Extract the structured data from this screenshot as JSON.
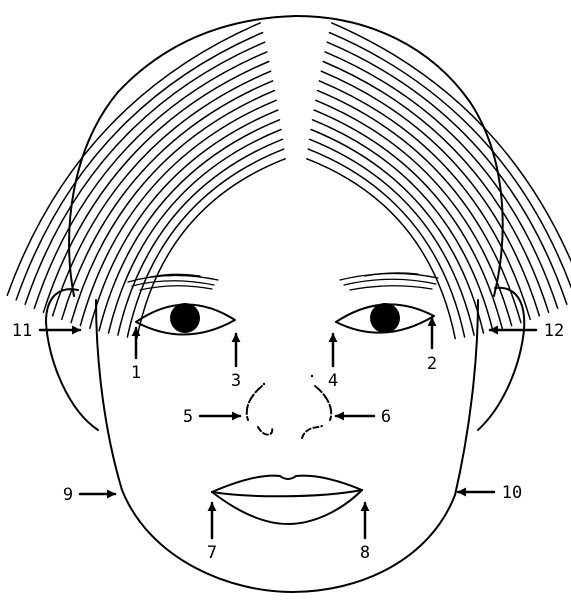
{
  "diagram": {
    "subject": "face-front-view",
    "ink_color": "#000000",
    "background": "#ffffff",
    "callouts": [
      {
        "label": "1",
        "pointer": "up"
      },
      {
        "label": "2",
        "pointer": "up"
      },
      {
        "label": "3",
        "pointer": "up"
      },
      {
        "label": "4",
        "pointer": "up"
      },
      {
        "label": "5",
        "pointer": "right"
      },
      {
        "label": "6",
        "pointer": "left"
      },
      {
        "label": "7",
        "pointer": "up"
      },
      {
        "label": "8",
        "pointer": "up"
      },
      {
        "label": "9",
        "pointer": "right"
      },
      {
        "label": "10",
        "pointer": "left"
      },
      {
        "label": "11",
        "pointer": "right"
      },
      {
        "label": "12",
        "pointer": "left"
      }
    ]
  }
}
